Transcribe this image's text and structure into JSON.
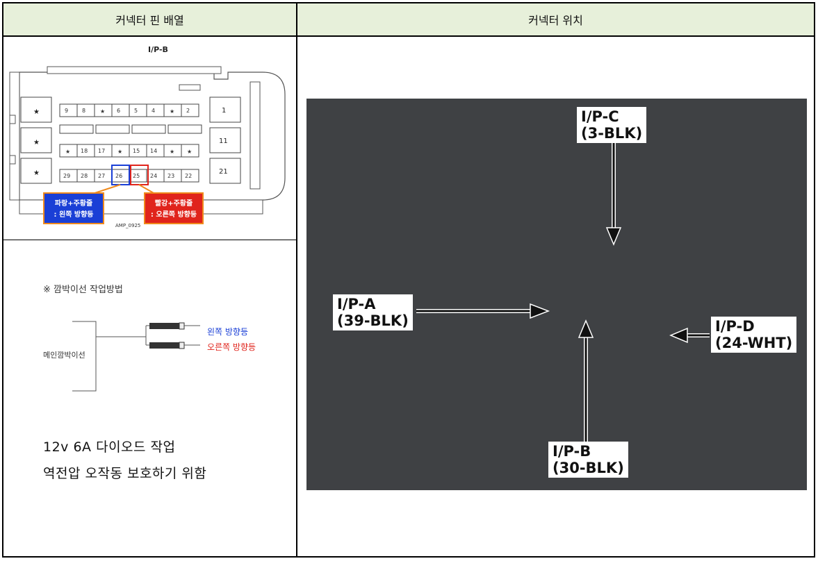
{
  "table": {
    "header_left": "커넥터 핀 배열",
    "header_right": "커넥터 위치"
  },
  "pin_diagram": {
    "connector_name": "I/P-B",
    "figure_code": "AMP_0925",
    "row1_pins": [
      "9",
      "8",
      "★",
      "6",
      "5",
      "4",
      "★",
      "2"
    ],
    "row2_pins": [
      "★",
      "18",
      "17",
      "★",
      "15",
      "14",
      "★",
      "★"
    ],
    "row3_pins": [
      "29",
      "28",
      "27",
      "26",
      "25",
      "24",
      "23",
      "22"
    ],
    "right_labels": [
      "1",
      "11",
      "21"
    ],
    "left_stars": [
      "★",
      "★",
      "★"
    ],
    "callout_blue_line1": "파랑+주황줄",
    "callout_blue_line2": ": 왼쪽 방향등",
    "callout_red_line1": "빨강+주황줄",
    "callout_red_line2": ": 오른쪽 방향등",
    "colors": {
      "blue": "#1a3fd6",
      "red": "#e0241c",
      "orange": "#f08a1c"
    }
  },
  "wiring_guide": {
    "title": "※ 깜박이선 작업방법",
    "main_label": "메인깜박이선",
    "left_signal": "왼쪽 방향등",
    "right_signal": "오른쪽 방향등"
  },
  "notes": {
    "line1": "12v 6A 다이오드 작업",
    "line2": "역전압 오작동 보호하기 위함"
  },
  "photo_labels": {
    "ipc": "I/P-C\n(3-BLK)",
    "ipa": "I/P-A\n(39-BLK)",
    "ipd": "I/P-D\n(24-WHT)",
    "ipb": "I/P-B\n(30-BLK)"
  }
}
